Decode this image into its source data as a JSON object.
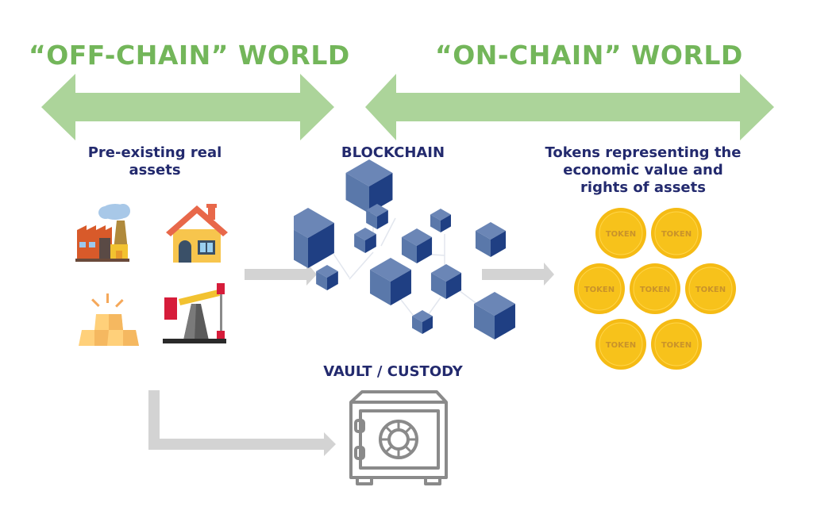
{
  "diagram": {
    "off_chain_title": "“OFF-CHAIN” WORLD",
    "on_chain_title": "“ON-CHAIN” WORLD",
    "real_assets_label": "Pre-existing real assets",
    "real_assets_label_lines": [
      "Pre-existing real",
      "assets"
    ],
    "blockchain_label": "BLOCKCHAIN",
    "tokens_label_lines": [
      "Tokens representing the",
      "economic value and",
      "rights of assets"
    ],
    "vault_label": "VAULT / CUSTODY",
    "assets": [
      {
        "name": "factory-icon"
      },
      {
        "name": "house-icon"
      },
      {
        "name": "gold-bars-icon"
      },
      {
        "name": "oil-pump-icon"
      }
    ],
    "token_text": "TOKEN",
    "token_count": 7,
    "colors": {
      "world_title": "#73b65a",
      "world_arrow": "#acd49a",
      "label_text": "#232a6e",
      "flow_arrow": "#d3d3d3",
      "cube_light": "#5a78aa",
      "cube_dark": "#1f3f83",
      "token_gold": "#f7c21b",
      "vault_gray": "#8a8a8a"
    }
  }
}
